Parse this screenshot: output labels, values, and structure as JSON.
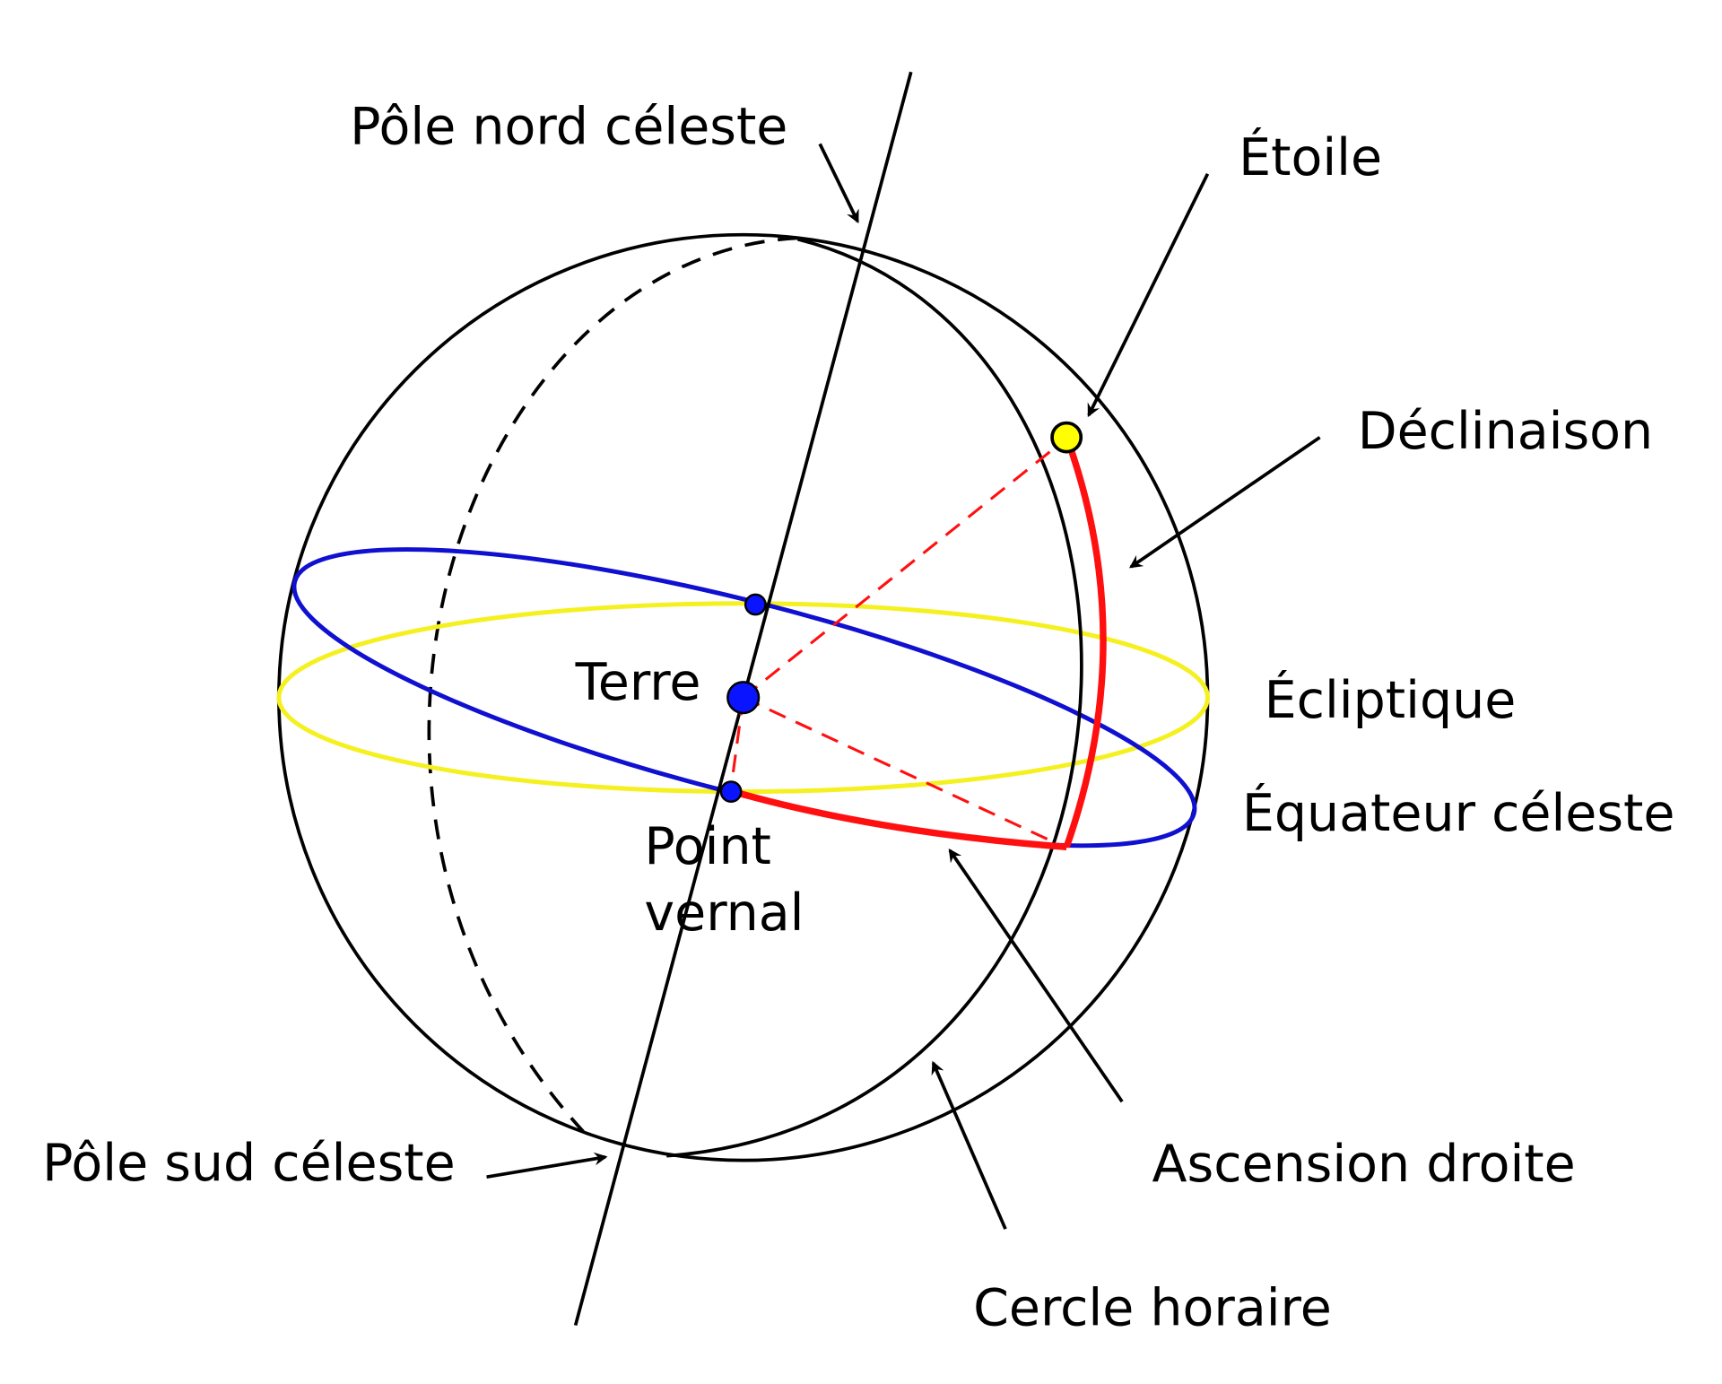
{
  "title": "Sphère céleste",
  "labels": {
    "north_pole": "Pôle nord céleste",
    "star": "Étoile",
    "declination": "Déclinaison",
    "earth": "Terre",
    "ecliptic": "Écliptique",
    "celestial_equator": "Équateur céleste",
    "vernal_point_line1": "Point",
    "vernal_point_line2": "vernal",
    "south_pole": "Pôle sud céleste",
    "right_ascension": "Ascension droite",
    "hour_circle": "Cercle horaire"
  },
  "colors": {
    "equator": "#1010d0",
    "ecliptic": "#f5f020",
    "arc": "#ff1010",
    "star": "#ffff00",
    "earth": "#0a14ff",
    "line": "#000000"
  }
}
